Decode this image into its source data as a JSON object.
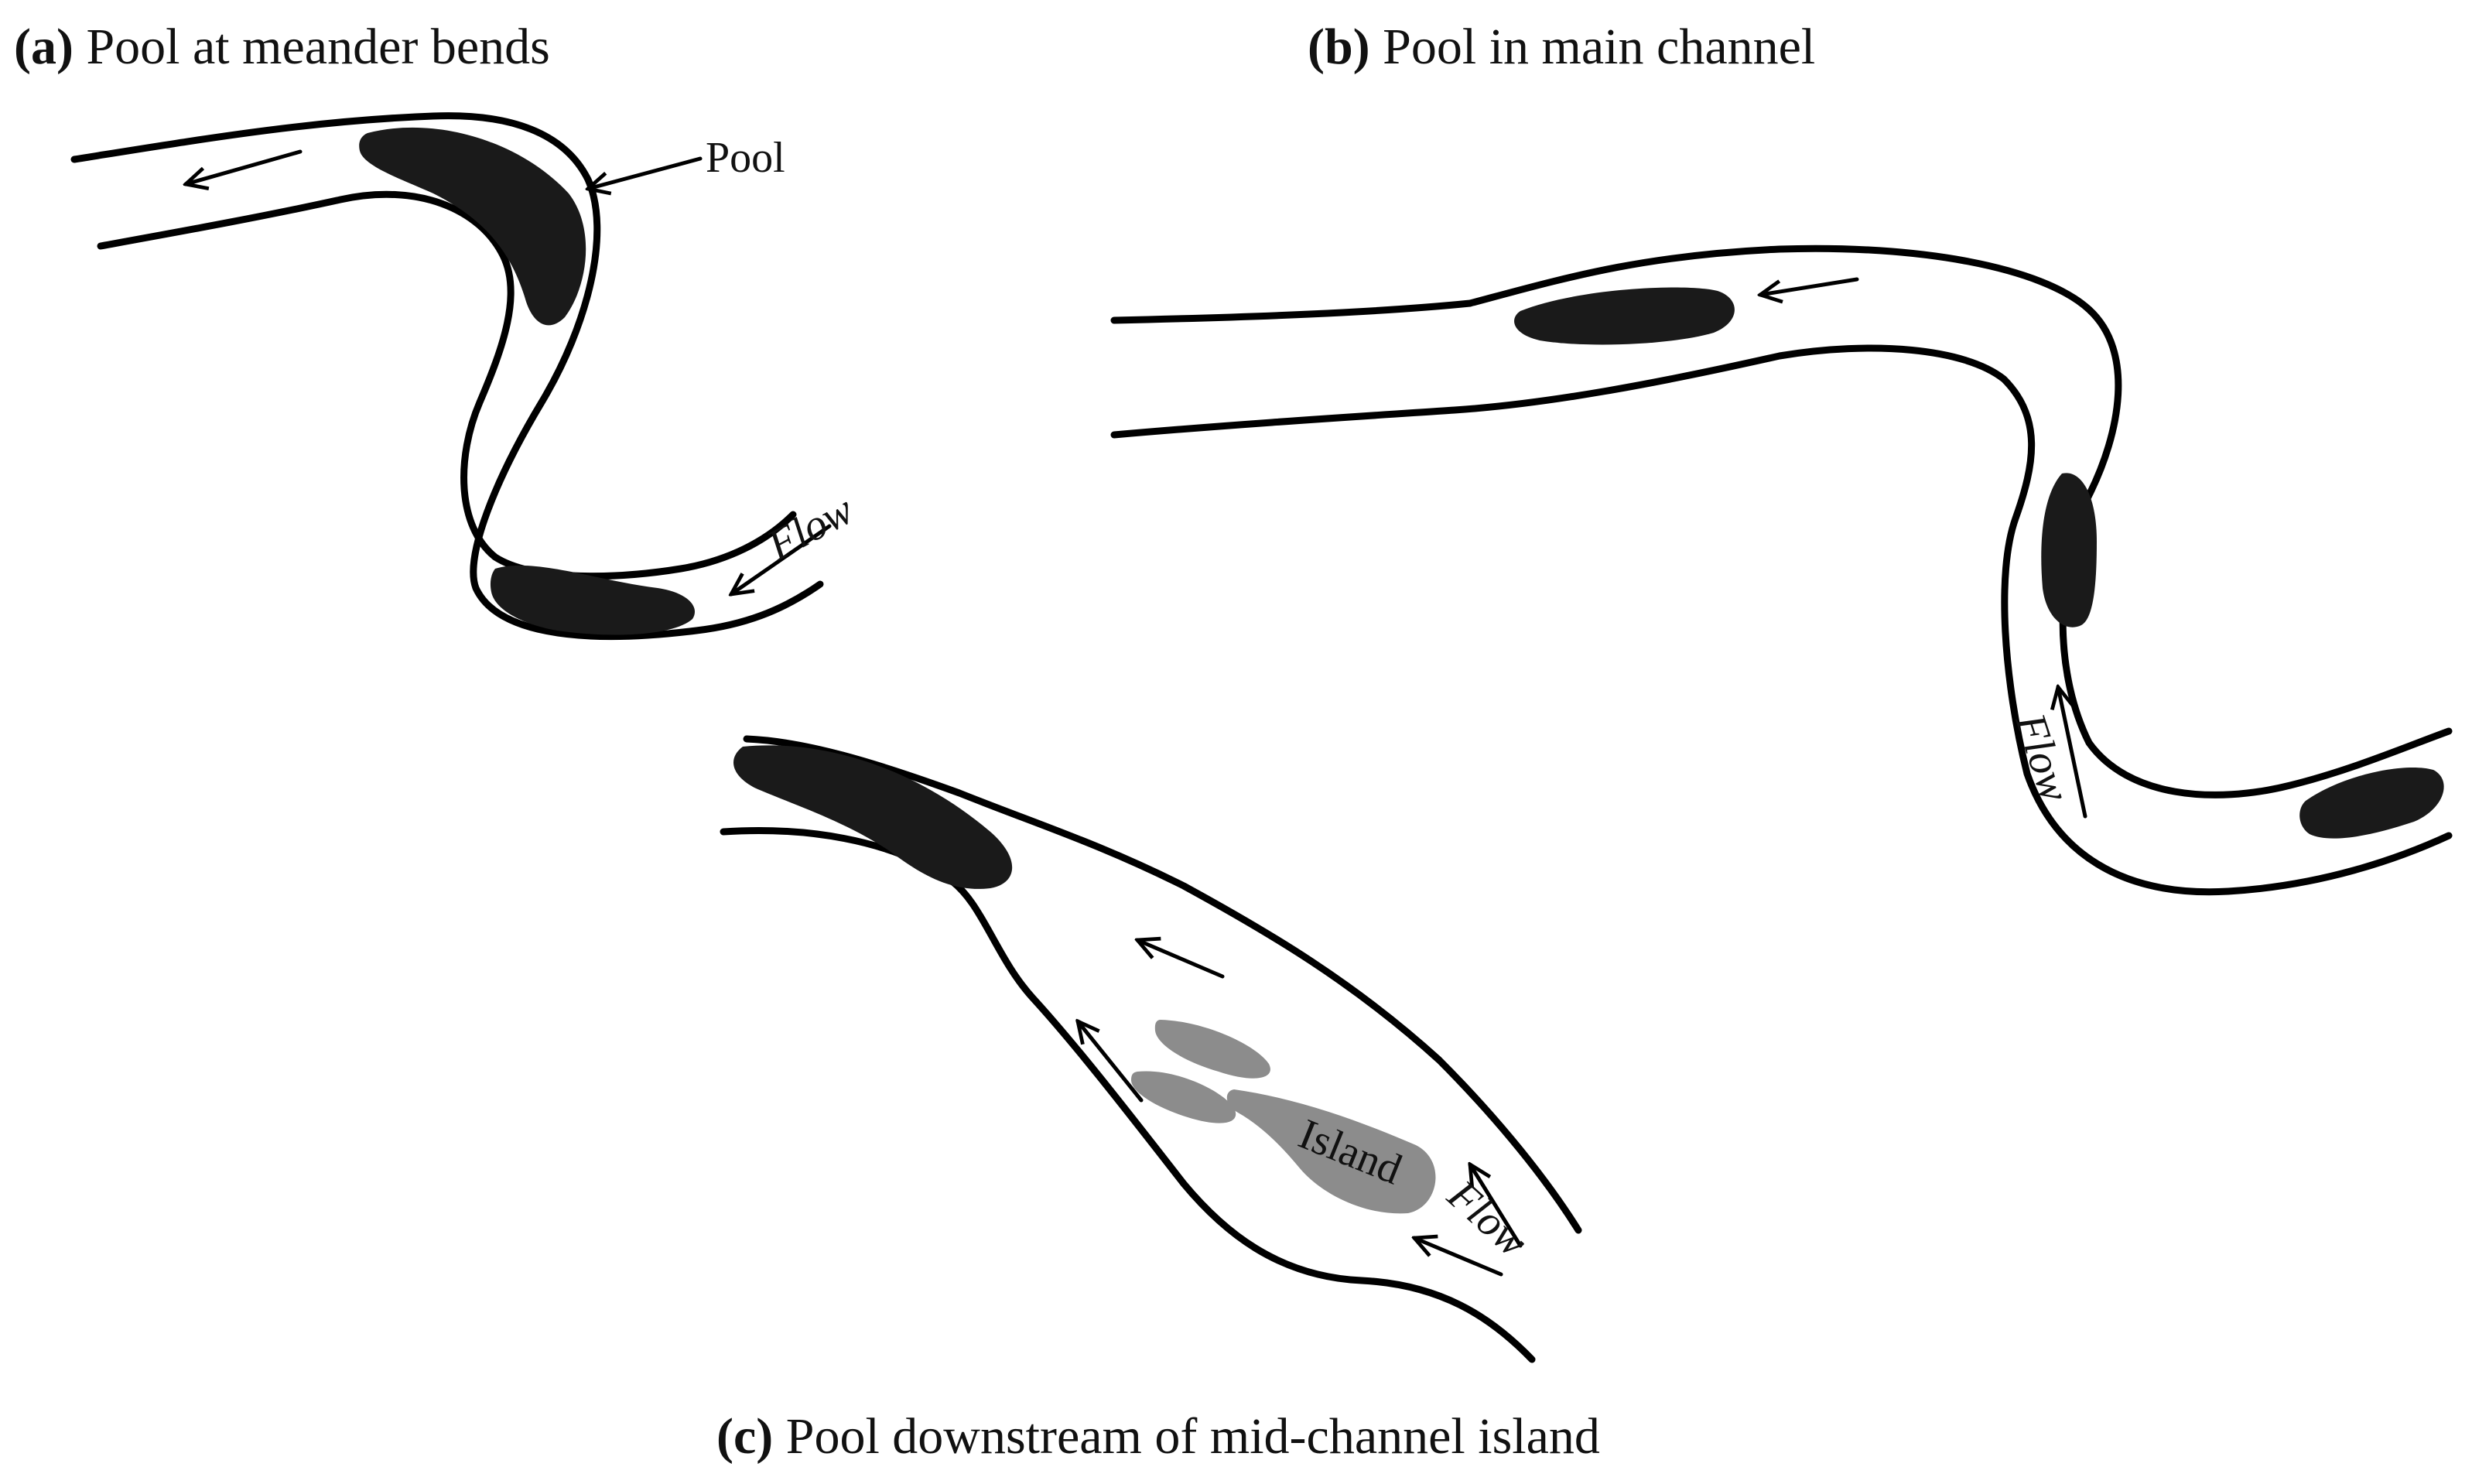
{
  "colors": {
    "background": "#ffffff",
    "line": "#000000",
    "pool": "#1a1a1a",
    "island": "#8c8c8c"
  },
  "panels": {
    "a": {
      "tag": "(a)",
      "title": "Pool at meander bends",
      "pool_label": "Pool",
      "flow_label": "Flow"
    },
    "b": {
      "tag": "(b)",
      "title": "Pool in main channel",
      "flow_label": "Flow"
    },
    "c": {
      "tag": "(c)",
      "title": "Pool downstream of mid-channel island",
      "island_label": "Island",
      "flow_label": "Flow"
    }
  }
}
